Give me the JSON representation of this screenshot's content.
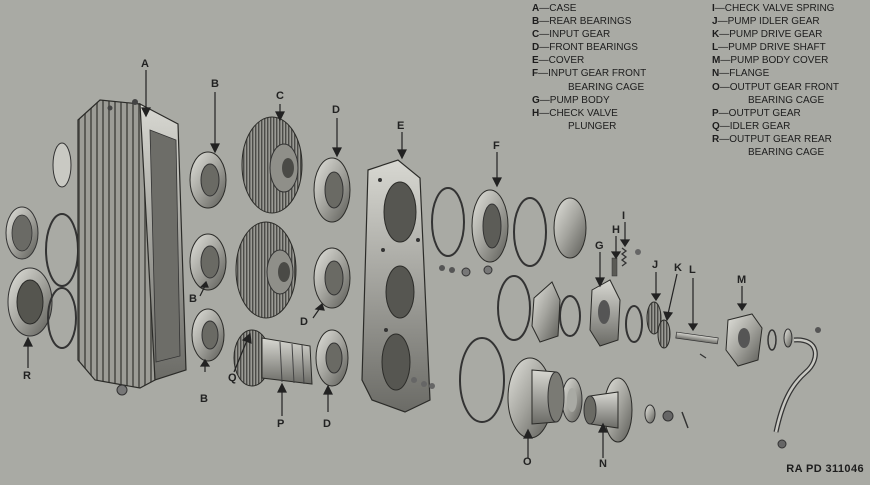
{
  "legend_left": [
    {
      "letter": "A",
      "text": "CASE"
    },
    {
      "letter": "B",
      "text": "REAR BEARINGS"
    },
    {
      "letter": "C",
      "text": "INPUT GEAR"
    },
    {
      "letter": "D",
      "text": "FRONT BEARINGS"
    },
    {
      "letter": "E",
      "text": "COVER"
    },
    {
      "letter": "F",
      "text": "INPUT GEAR FRONT",
      "cont": "BEARING CAGE"
    },
    {
      "letter": "G",
      "text": "PUMP BODY"
    },
    {
      "letter": "H",
      "text": "CHECK VALVE",
      "cont": "PLUNGER"
    }
  ],
  "legend_right": [
    {
      "letter": "I",
      "text": "CHECK VALVE SPRING"
    },
    {
      "letter": "J",
      "text": "PUMP IDLER GEAR"
    },
    {
      "letter": "K",
      "text": "PUMP DRIVE GEAR"
    },
    {
      "letter": "L",
      "text": "PUMP DRIVE SHAFT"
    },
    {
      "letter": "M",
      "text": "PUMP BODY COVER"
    },
    {
      "letter": "N",
      "text": "FLANGE"
    },
    {
      "letter": "O",
      "text": "OUTPUT GEAR FRONT",
      "cont": "BEARING CAGE"
    },
    {
      "letter": "P",
      "text": "OUTPUT GEAR"
    },
    {
      "letter": "Q",
      "text": "IDLER GEAR"
    },
    {
      "letter": "R",
      "text": "OUTPUT GEAR REAR",
      "cont": "BEARING CAGE"
    }
  ],
  "callouts": {
    "A": "A",
    "B": "B",
    "C": "C",
    "D": "D",
    "E": "E",
    "F": "F",
    "G": "G",
    "H": "H",
    "I": "I",
    "J": "J",
    "K": "K",
    "L": "L",
    "M": "M",
    "N": "N",
    "O": "O",
    "P": "P",
    "Q": "Q",
    "R": "R"
  },
  "dash": "—",
  "reference": "RA PD 311046",
  "colors": {
    "background": "#a9aaa4",
    "ink": "#1d1d1d",
    "metal_light": "#d2d2cc",
    "metal_dark": "#4a4a46"
  }
}
